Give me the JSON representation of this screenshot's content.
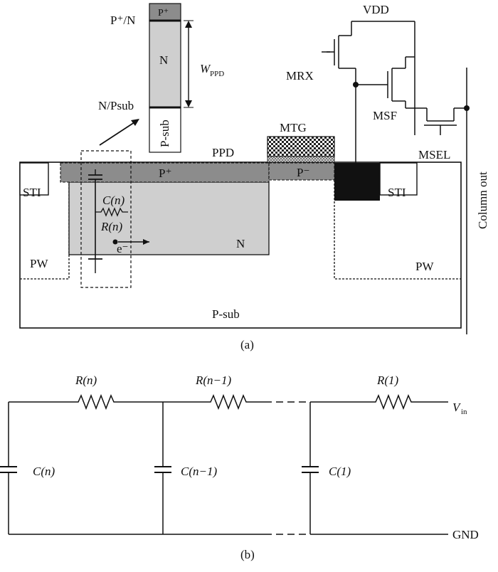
{
  "panel_a": {
    "caption": "(a)",
    "inset": {
      "junction_top": "P⁺/N",
      "layer_p": "P⁺",
      "layer_n": "N",
      "junction_bottom": "N/Psub",
      "layer_psub": "P-sub",
      "width_symbol": "W",
      "width_subscript": "PPD"
    },
    "device": {
      "ppd": "PPD",
      "mtg": "MTG",
      "p_plus": "P⁺",
      "p_minus": "P⁻",
      "sti_left": "STI",
      "sti_right": "STI",
      "n_region": "N",
      "pw_left": "PW",
      "pw_right": "PW",
      "substrate": "P-sub",
      "cap": "C(n)",
      "res": "R(n)",
      "electron": "e⁻"
    },
    "circuit": {
      "vdd": "VDD",
      "mrx": "MRX",
      "msf": "MSF",
      "msel": "MSEL",
      "column_out": "Column out"
    }
  },
  "panel_b": {
    "caption": "(b)",
    "res_n": "R(n)",
    "res_n1": "R(n−1)",
    "res_1": "R(1)",
    "cap_n": "C(n)",
    "cap_n1": "C(n−1)",
    "cap_1": "C(1)",
    "vin_symbol": "V",
    "vin_subscript": "in",
    "gnd": "GND"
  }
}
